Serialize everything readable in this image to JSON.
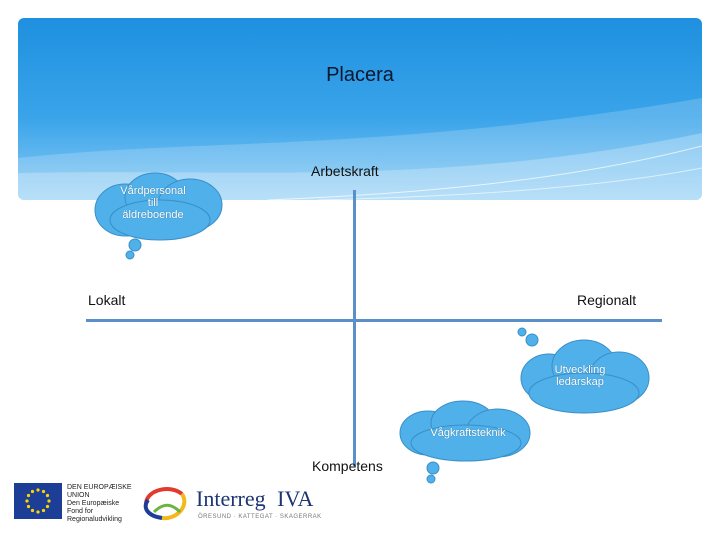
{
  "title": "Placera",
  "axes": {
    "top": "Arbetskraft",
    "bottom": "Kompetens",
    "left": "Lokalt",
    "right": "Regionalt"
  },
  "clouds": [
    {
      "id": "vardpersonal",
      "text": "Vårdpersonal\ntill\näldreboende"
    },
    {
      "id": "utveckling",
      "text": "Utveckling\nledarskap"
    },
    {
      "id": "vagkraft",
      "text": "Vågkraftsteknik"
    }
  ],
  "logos": {
    "eu_text": "DEN EUROPÆISKE\nUNION\nDen Europæiske\nFond for\nRegionaludvikling",
    "interreg_name": "Interreg",
    "interreg_suffix": "IVA",
    "interreg_sub": "ÖRESUND · KATTEGAT · SKAGERRAK"
  },
  "colors": {
    "header_top": "#1e90df",
    "axis": "#5a8fc9",
    "cloud": "#4fb0ea"
  }
}
